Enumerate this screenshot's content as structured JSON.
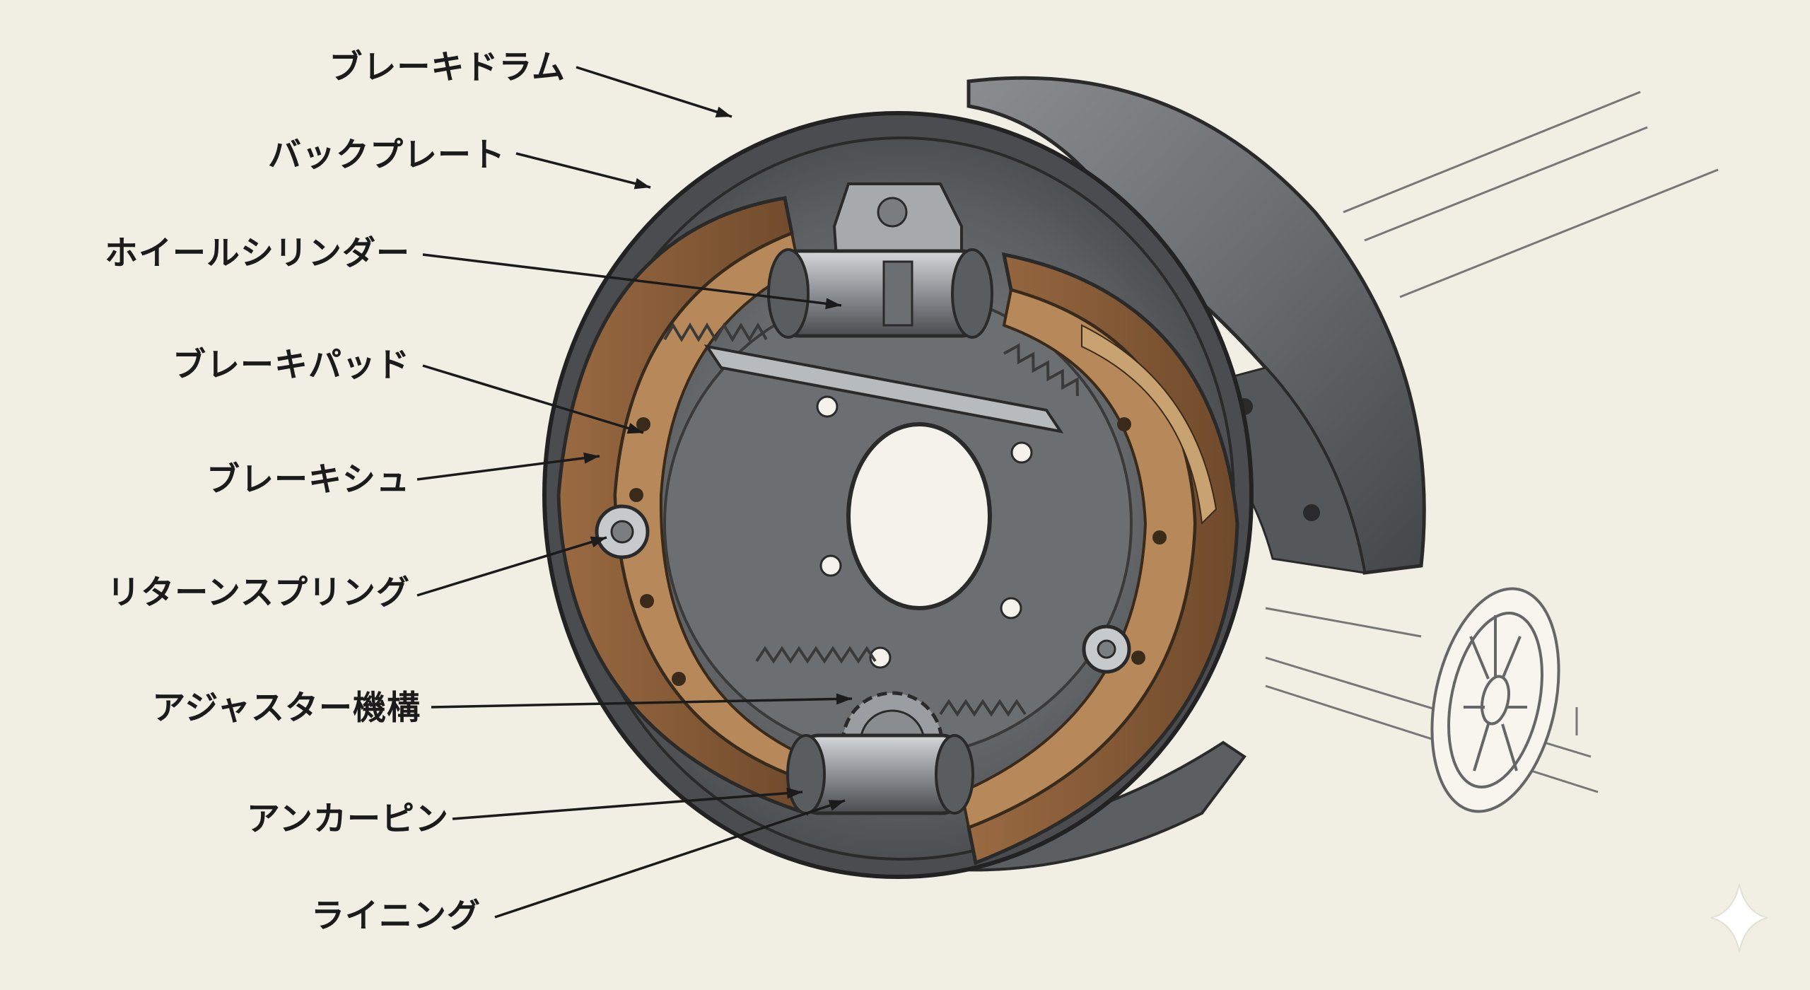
{
  "labels": [
    {
      "id": "brake-drum",
      "text": "ブレーキドラム"
    },
    {
      "id": "back-plate",
      "text": "バックプレート"
    },
    {
      "id": "wheel-cylinder",
      "text": "ホイールシリンダー"
    },
    {
      "id": "brake-pad",
      "text": "ブレーキパッド"
    },
    {
      "id": "brake-shoe",
      "text": "ブレーキシュ"
    },
    {
      "id": "return-spring",
      "text": "リターンスプリング"
    },
    {
      "id": "adjuster",
      "text": "アジャスター機構"
    },
    {
      "id": "anchor-pin",
      "text": "アンカーピン"
    },
    {
      "id": "lining",
      "text": "ライニング"
    }
  ],
  "colors": {
    "background": "#f1eee4",
    "drum": "#5f6164",
    "lining": "#8a5a34",
    "shoe": "#b38a5c",
    "metal": "#9a9ea2",
    "leader": "#1b1b1b"
  }
}
